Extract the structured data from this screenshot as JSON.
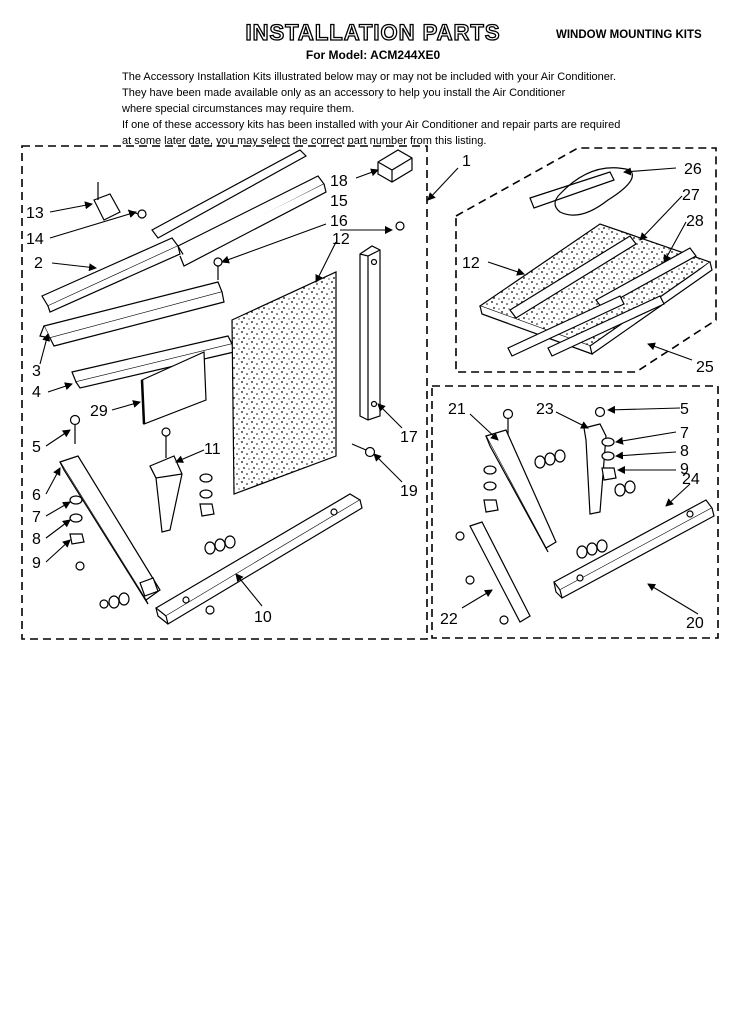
{
  "header": {
    "title": "INSTALLATION PARTS",
    "subtitle": "For Model: ACM244XE0",
    "kit_label": "WINDOW MOUNTING KITS"
  },
  "intro": [
    "The Accessory Installation Kits illustrated below may or may not be included with your Air Conditioner.",
    "They have been made available only as an accessory to help you install the Air Conditioner",
    "where special circumstances may require them.",
    "If one of these accessory kits has been installed with your Air Conditioner and repair parts are required",
    "at some later date, you may select the correct part number from this listing."
  ],
  "callouts": {
    "left": [
      "13",
      "14",
      "2",
      "3",
      "4",
      "29",
      "5",
      "6",
      "7",
      "8",
      "9",
      "11",
      "10",
      "18",
      "15",
      "16",
      "12",
      "17",
      "19",
      "1"
    ],
    "top_right": [
      "26",
      "27",
      "28",
      "12",
      "25"
    ],
    "bottom_right": [
      "21",
      "23",
      "5",
      "7",
      "8",
      "9",
      "24",
      "22",
      "20"
    ]
  }
}
